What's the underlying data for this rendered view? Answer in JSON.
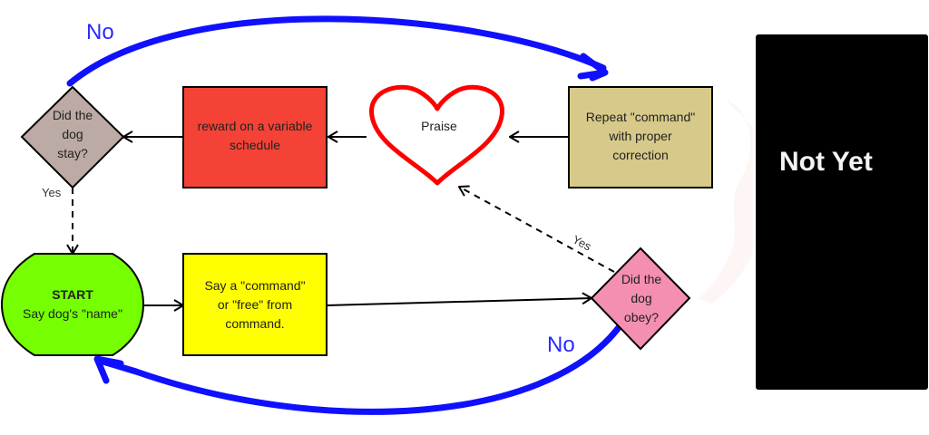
{
  "colors": {
    "stay_diamond": "#bcaaa4",
    "reward_box": "#f44336",
    "praise_heart_stroke": "#ff0000",
    "repeat_box": "#d7c98a",
    "start_node": "#76ff03",
    "say_command_box": "#ffff00",
    "obey_diamond": "#f48fb1",
    "no_arrow": "#1010ff",
    "panel": "#000000",
    "panel_text": "#f4f4f4"
  },
  "nodes": {
    "stay_decision": {
      "lines": [
        "Did the",
        "dog",
        "stay?"
      ]
    },
    "reward": {
      "lines": [
        "reward on a variable",
        "schedule"
      ]
    },
    "praise": {
      "lines": [
        "Praise"
      ]
    },
    "repeat": {
      "lines": [
        "Repeat \"command\"",
        "with proper",
        "correction"
      ]
    },
    "start": {
      "title": "START",
      "lines": [
        "Say dog's \"name\""
      ]
    },
    "say_command": {
      "lines": [
        "Say a \"command\"",
        "or \"free\" from",
        "command."
      ]
    },
    "obey_decision": {
      "lines": [
        "Did the",
        "dog",
        "obey?"
      ]
    }
  },
  "edge_labels": {
    "stay_no": "No",
    "stay_yes": "Yes",
    "obey_yes": "Yes",
    "obey_no": "No"
  },
  "panel": {
    "text": "Not Yet"
  }
}
